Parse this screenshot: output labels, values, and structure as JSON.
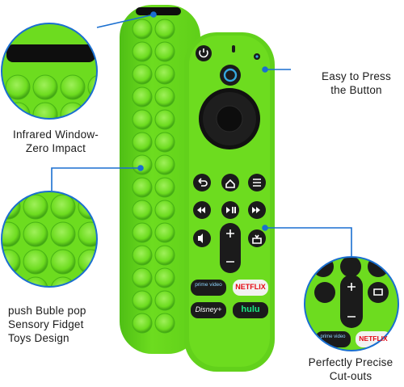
{
  "labels": {
    "infrared": [
      "Infrared Window-",
      "Zero Impact"
    ],
    "easy_press": [
      "Easy to Press",
      "the Button"
    ],
    "fidget": [
      "push Buble pop",
      "Sensory  Fidget",
      "Toys Design"
    ],
    "precise": [
      "Perfectly Precise",
      "Cut-outs"
    ]
  },
  "apps": {
    "prime": [
      "prime video",
      ""
    ],
    "netflix": "NETFLIX",
    "disney": "Disney+",
    "hulu": "hulu"
  },
  "colors": {
    "case_green": "#6ddc1f",
    "case_shadow": "#3fa411",
    "accent_blue": "#1a6fd0",
    "remote_black": "#1b1b1b",
    "alexa_blue": "#35a8e0",
    "netflix_red": "#e50914",
    "hulu_green": "#1ce783"
  },
  "icons": [
    "power-icon",
    "alexa-icon",
    "back-icon",
    "home-icon",
    "menu-icon",
    "rewind-icon",
    "play-pause-icon",
    "fast-forward-icon",
    "mute-icon",
    "volume-up-icon",
    "volume-down-icon",
    "tv-guide-icon"
  ]
}
